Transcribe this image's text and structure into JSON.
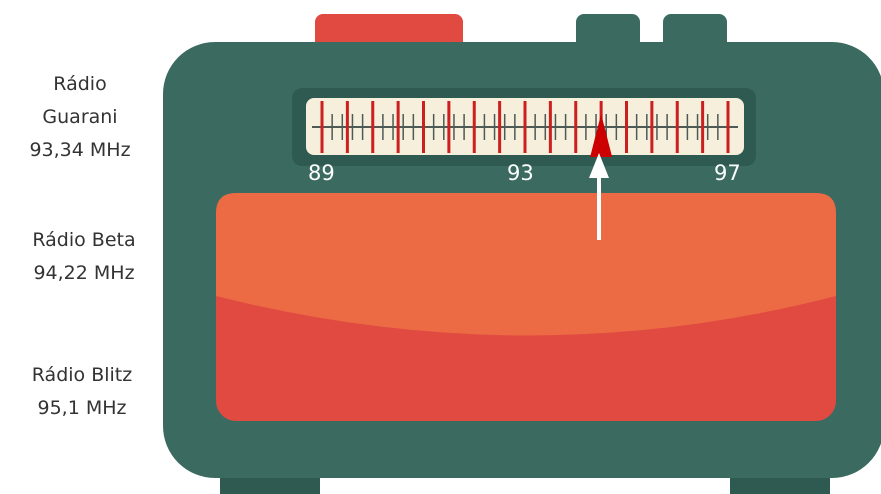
{
  "stations": [
    {
      "name": "Rádio Guarani",
      "name_line1": "Rádio",
      "name_line2": "Guarani",
      "frequency": "93,34 MHz"
    },
    {
      "name": "Rádio Beta",
      "frequency": "94,22 MHz"
    },
    {
      "name": "Rádio Blitz",
      "frequency": "95,1 MHz"
    }
  ],
  "dial": {
    "min": 89,
    "max": 97,
    "labels": [
      "89",
      "93",
      "97"
    ],
    "needle_value": 94.5
  },
  "colors": {
    "body": "#3b6b60",
    "body_dark": "#2f5a51",
    "dial_bg": "#f6efdc",
    "tick_major": "#cc1f1f",
    "tick_minor": "#4d5a56",
    "needle": "#cc0000",
    "speaker_top": "#ec6a44",
    "speaker_bottom": "#e04a41",
    "top_button_red": "#e04a41"
  }
}
